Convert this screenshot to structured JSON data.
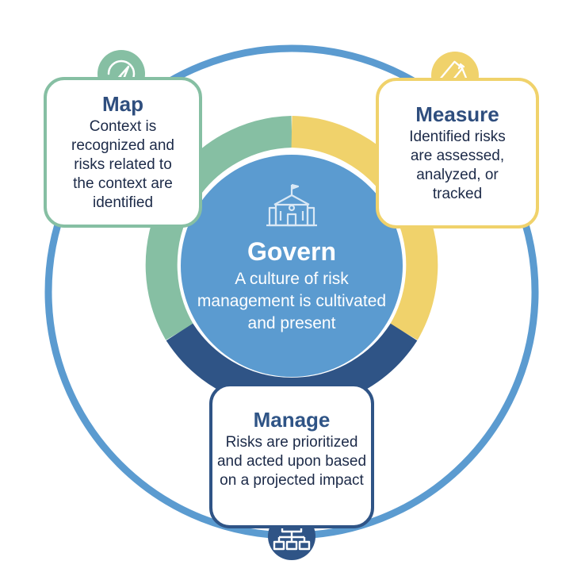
{
  "colors": {
    "outer_ring": "#5b9bd0",
    "govern": "#5b9bd0",
    "map": "#86bfa3",
    "measure": "#f0d26b",
    "manage": "#2f5486",
    "title_text": "#2f4e7e"
  },
  "govern": {
    "title": "Govern",
    "description": "A culture of risk management is cultivated and present",
    "icon": "building-icon"
  },
  "map": {
    "title": "Map",
    "description": "Context is recognized and risks related to the context are identified",
    "icon": "compass-icon"
  },
  "measure": {
    "title": "Measure",
    "description": "Identified risks are assessed, analyzed, or tracked",
    "icon": "ruler-icon"
  },
  "manage": {
    "title": "Manage",
    "description": "Risks are prioritized and acted upon based on a projected impact",
    "icon": "hierarchy-icon"
  }
}
